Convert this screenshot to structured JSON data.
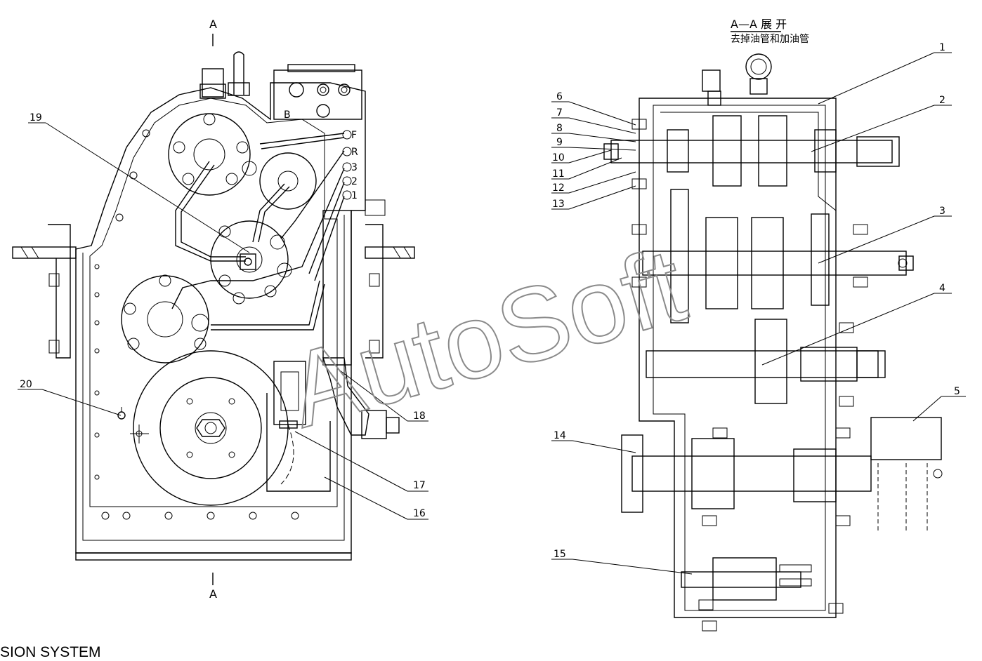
{
  "section_marks": {
    "top": "A",
    "bottom": "A"
  },
  "view_title": "A—A 展 开",
  "view_subtitle": "去掉油管和加油管",
  "port_labels": [
    "F",
    "R",
    "3",
    "2",
    "1"
  ],
  "callouts": [
    "1",
    "2",
    "3",
    "4",
    "5",
    "6",
    "7",
    "8",
    "9",
    "10",
    "11",
    "12",
    "13",
    "14",
    "15",
    "16",
    "17",
    "18",
    "19",
    "20"
  ],
  "watermark": "AutoSoft",
  "footer_caption": "SION SYSTEM"
}
